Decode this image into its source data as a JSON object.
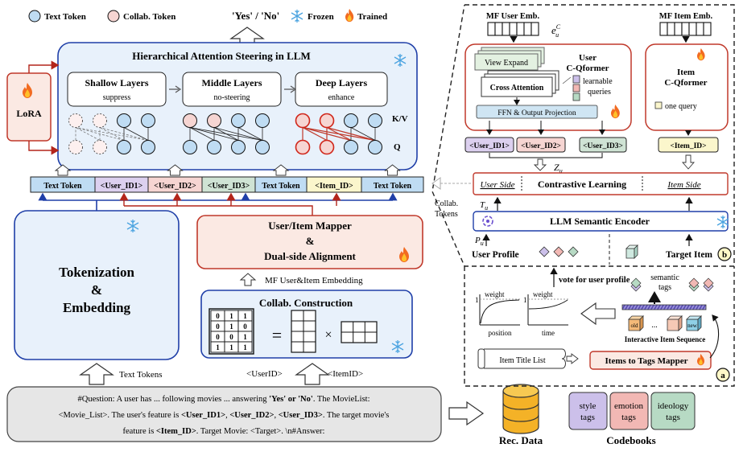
{
  "output_label": "'Yes' / 'No'",
  "legend": {
    "text_token": "Text Token",
    "collab_token": "Collab. Token",
    "frozen": "Frozen",
    "trained": "Trained"
  },
  "has_panel": {
    "title": "Hierarchical Attention Steering in LLM",
    "layers": [
      {
        "title": "Shallow Layers",
        "sub": "suppress"
      },
      {
        "title": "Middle Layers",
        "sub": "no-steering"
      },
      {
        "title": "Deep Layers",
        "sub": "enhance"
      }
    ],
    "kv_label": "K/V",
    "q_label": "Q"
  },
  "lora": "LoRA",
  "token_row": [
    "Text Token",
    "<User_ID1>",
    "<User_ID2>",
    "<User_ID3>",
    "Text Token",
    "<Item_ID>",
    "Text Token"
  ],
  "tokenization": {
    "line1": "Tokenization",
    "line2": "&",
    "line3": "Embedding"
  },
  "mapper": {
    "line1": "User/Item Mapper",
    "line2": "&",
    "line3": "Dual-side Alignment"
  },
  "mf_embedding_label": "MF User&Item Embedding",
  "collab": {
    "title": "Collab. Construction",
    "matrix": [
      [
        "0",
        "1",
        "1"
      ],
      [
        "0",
        "1",
        "0"
      ],
      [
        "0",
        "0",
        "1"
      ],
      [
        "1",
        "1",
        "1"
      ]
    ]
  },
  "text_tokens_label": "Text Tokens",
  "userid_label": "<UserID>",
  "itemid_label": "<ItemID>",
  "prompt": {
    "l1_a": "#Question: A user has ... following movies ... answering ",
    "l1_b": "'Yes' or 'No'",
    "l1_c": ". The MovieList:",
    "l2_a": "<Movie_List>. The user's feature is ",
    "l2_b": "<User_ID1>",
    "l2_c": ", ",
    "l2_d": "<User_ID2>",
    "l2_e": ", ",
    "l2_f": "<User_ID3>",
    "l2_g": ". The target movie's",
    "l3_a": "feature is ",
    "l3_b": "<Item_ID>",
    "l3_c": ". Target Movie: <Target>. \\n#Answer:"
  },
  "rec_data": "Rec. Data",
  "codebooks": {
    "title": "Codebooks",
    "items": [
      {
        "l1": "style",
        "l2": "tags"
      },
      {
        "l1": "emotion",
        "l2": "tags"
      },
      {
        "l1": "ideology",
        "l2": "tags"
      }
    ]
  },
  "panel_b": {
    "mf_user": "MF User Emb.",
    "mf_item": "MF Item Emb.",
    "euc": "e",
    "euc_sup": "C",
    "euc_sub": "u",
    "user_qformer": {
      "l1": "User",
      "l2": "C-Qformer"
    },
    "item_qformer": {
      "l1": "Item",
      "l2": "C-Qformer"
    },
    "view_expand": "View Expand",
    "cross_attention": "Cross Attention",
    "learnable": {
      "l1": "learnable",
      "l2": "queries"
    },
    "ffn": "FFN & Output Projection",
    "one_query": "one query",
    "out_tokens": [
      "<User_ID1>",
      "<User_ID2>",
      "<User_ID3>"
    ],
    "item_token": "<Item_ID>",
    "zu": "Z",
    "zu_sub": "u",
    "user_side": "User Side",
    "contrastive": "Contrastive Learning",
    "item_side": "Item Side",
    "tu": "T",
    "tu_sub": "u",
    "collab_tokens": {
      "l1": "Collab.",
      "l2": "Tokens"
    },
    "encoder": "LLM Semantic Encoder",
    "pu": "P",
    "pu_sub": "u",
    "user_profile": "User  Profile",
    "target_item": "Target Item",
    "badge": "b"
  },
  "panel_a": {
    "vote": "vote for user profile",
    "weight": "weight",
    "position": "position",
    "time": "time",
    "one": "1",
    "semantic": {
      "l1": "semantic",
      "l2": "tags"
    },
    "old": "old",
    "new": "new",
    "dots": "...",
    "interactive_seq": "Interactive Item Sequence",
    "item_title_list": "Item Title List",
    "mapper": "Items to Tags Mapper",
    "badge": "a"
  },
  "colors": {
    "panel_blue": "#e8f1fb",
    "panel_border": "#1f3fa8",
    "token_blue": "#bfdcf3",
    "token_purple": "#dcd0ef",
    "token_pink": "#f6d5d2",
    "token_green": "#cfe3d4",
    "token_yellow": "#fbf6cc",
    "trained_red": "#d03a2a",
    "mapper_fill": "#fbe9e3"
  }
}
